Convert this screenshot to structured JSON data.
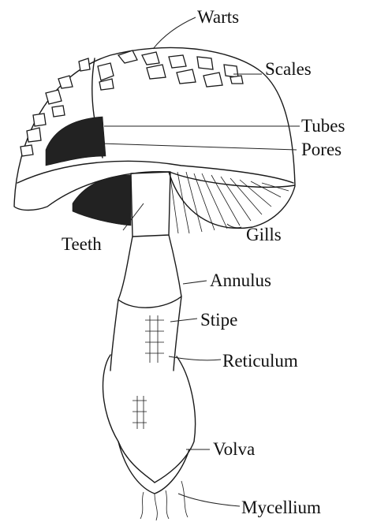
{
  "labels": {
    "warts": "Warts",
    "scales": "Scales",
    "tubes": "Tubes",
    "pores": "Pores",
    "teeth": "Teeth",
    "gills": "Gills",
    "annulus": "Annulus",
    "stipe": "Stipe",
    "reticulum": "Reticulum",
    "volva": "Volva",
    "mycellium": "Mycellium"
  }
}
